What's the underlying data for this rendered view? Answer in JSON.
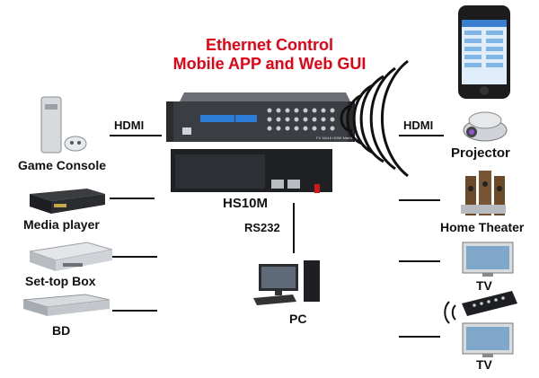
{
  "title": {
    "line1": "Ethernet Control",
    "line2": "Mobile APP and Web GUI"
  },
  "center": {
    "model": "HS10M",
    "front_panel_text": "FX 16x16 HDMI Matrix Switcher"
  },
  "connections": {
    "hdmi_left": "HDMI",
    "hdmi_right": "HDMI",
    "rs232": "RS232"
  },
  "sources": [
    {
      "label": "Game Console",
      "icon": "game-console-icon"
    },
    {
      "label": "Media player",
      "icon": "media-player-icon"
    },
    {
      "label": "Set-top Box",
      "icon": "set-top-box-icon"
    },
    {
      "label": "BD",
      "icon": "bd-player-icon"
    }
  ],
  "outputs": [
    {
      "label": "Projector",
      "icon": "projector-icon"
    },
    {
      "label": "Home Theater",
      "icon": "home-theater-icon"
    },
    {
      "label": "TV",
      "icon": "tv-icon"
    },
    {
      "label": "TV",
      "icon": "tv-icon"
    }
  ],
  "controller": {
    "label": "PC",
    "icon": "pc-icon"
  },
  "colors": {
    "title": "#e60012",
    "lines": "#111111",
    "device": "#3a3d42"
  }
}
